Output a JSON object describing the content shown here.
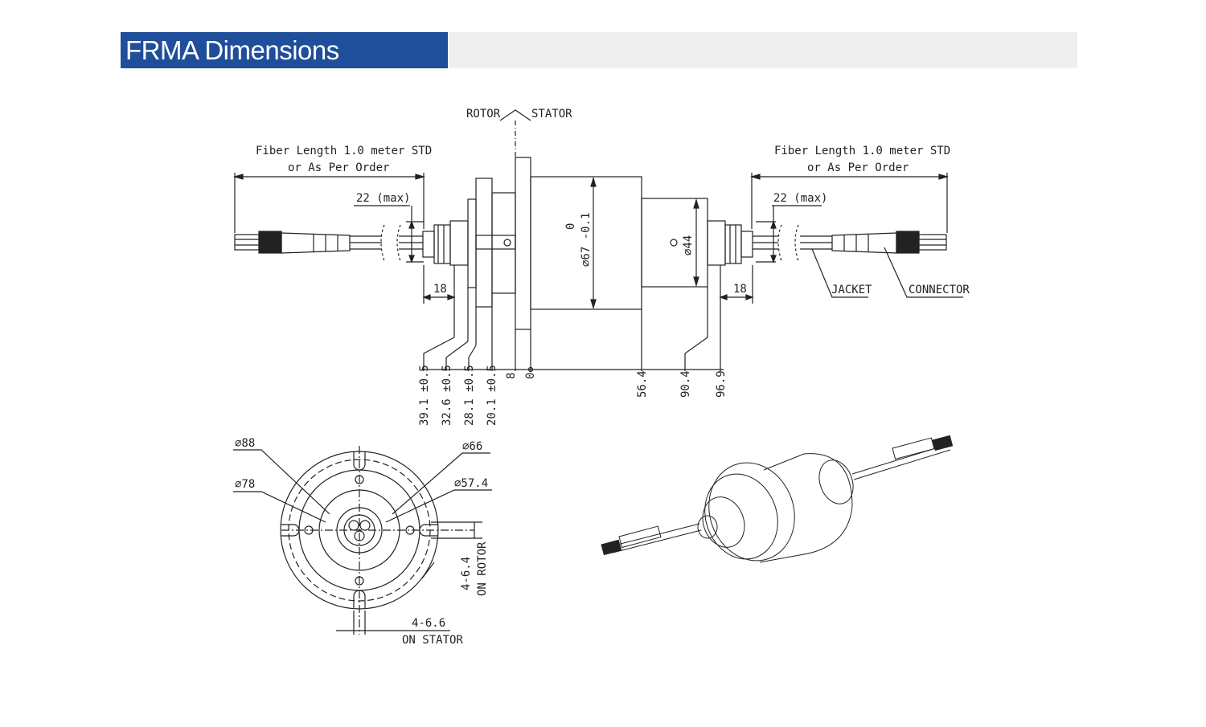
{
  "header": {
    "title": "FRMA Dimensions",
    "accent": "#1f4e9a",
    "bar_color": "#efefef"
  },
  "side_view": {
    "rotor_label": "ROTOR",
    "stator_label": "STATOR",
    "fiber_left_line1": "Fiber Length 1.0 meter STD",
    "fiber_left_line2": "or As Per Order",
    "fiber_right_line1": "Fiber Length 1.0 meter STD",
    "fiber_right_line2": "or As Per Order",
    "max_left": "22 (max)",
    "max_right": "22 (max)",
    "dim_18_left": "18",
    "dim_18_right": "18",
    "dia_67": "∅67 -0.1",
    "dia_67_tol": "0",
    "dia_44": "∅44",
    "jacket": "JACKET",
    "connector": "CONNECTOR",
    "pos_39": "39.1 ±0.5",
    "pos_32": "32.6 ±0.5",
    "pos_28": "28.1 ±0.5",
    "pos_20": "20.1 ±0.5",
    "pos_8": "8",
    "pos_0": "0",
    "pos_56": "56.4",
    "pos_90": "90.4",
    "pos_96": "96.9"
  },
  "end_view": {
    "d88": "∅88",
    "d78": "∅78",
    "d66": "∅66",
    "d57": "∅57.4",
    "rotor_holes": "4-6.4",
    "on_rotor": "ON ROTOR",
    "stator_holes": "4-6.6",
    "on_stator": "ON STATOR"
  }
}
